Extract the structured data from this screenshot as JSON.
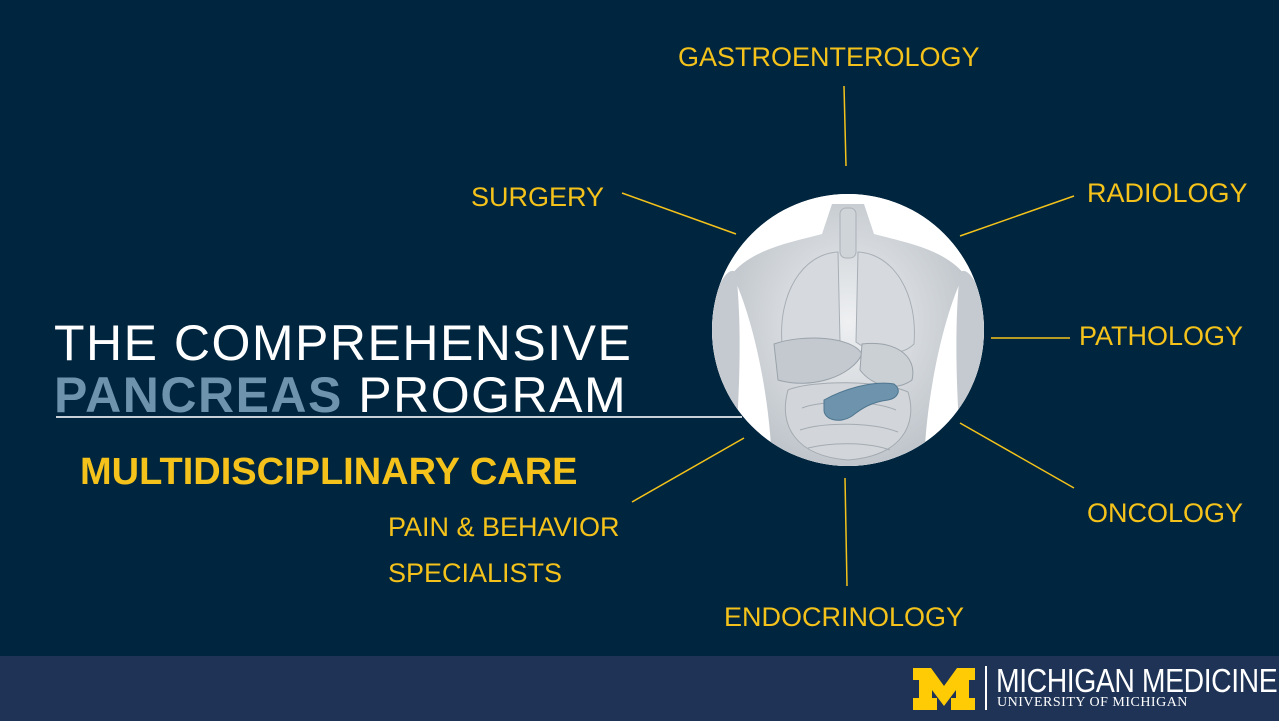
{
  "title": {
    "line1": "THE COMPREHENSIVE",
    "line2_highlight": "PANCREAS",
    "line2_rest": " PROGRAM"
  },
  "subtitle": "MULTIDISCIPLINARY CARE",
  "specialties": {
    "gastroenterology": "GASTROENTEROLOGY",
    "surgery": "SURGERY",
    "radiology": "RADIOLOGY",
    "pathology": "PATHOLOGY",
    "oncology": "ONCOLOGY",
    "endocrinology": "ENDOCRINOLOGY",
    "pain_line1": "PAIN & BEHAVIOR",
    "pain_line2": "SPECIALISTS"
  },
  "footer": {
    "logo_letter": "M",
    "brand": "MICHIGAN MEDICINE",
    "brand_sub": "UNIVERSITY OF MICHIGAN"
  },
  "colors": {
    "background": "#00263f",
    "accent_gold": "#f4c21a",
    "pancreas_blue": "#6d93ad",
    "footer_bar": "#1e3356",
    "maize": "#ffcb05"
  }
}
